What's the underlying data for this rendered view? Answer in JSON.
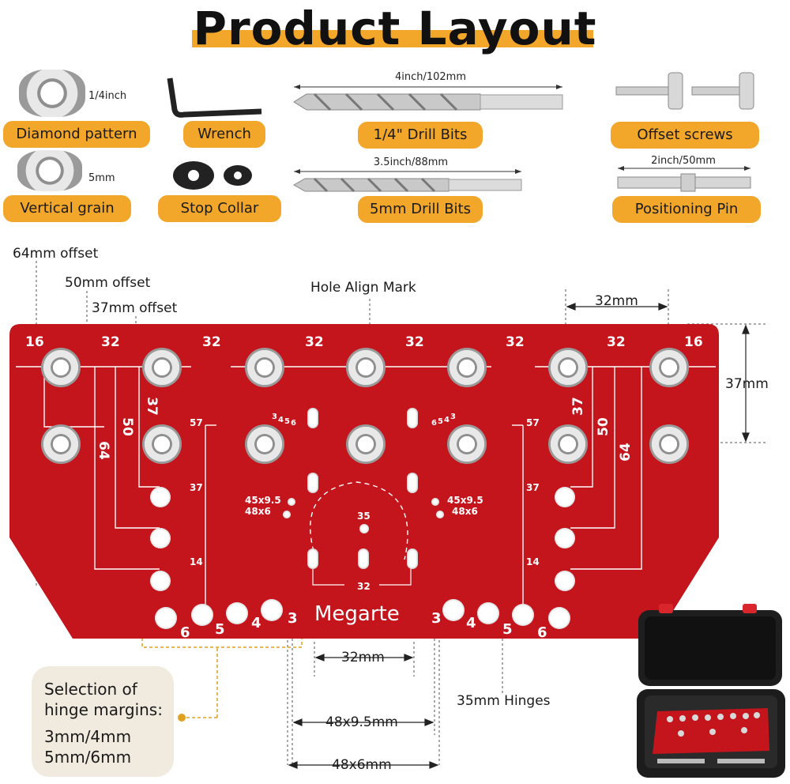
{
  "title": "Product Layout",
  "parts": {
    "diamond_size": "1/4inch",
    "diamond_label": "Diamond pattern",
    "vertical_size": "5mm",
    "vertical_label": "Vertical grain",
    "wrench_label": "Wrench",
    "collar_label": "Stop Collar",
    "drill14_dim": "4inch/102mm",
    "drill14_label": "1/4\" Drill Bits",
    "drill5_dim": "3.5inch/88mm",
    "drill5_label": "5mm Drill Bits",
    "offset_label": "Offset screws",
    "pin_dim": "2inch/50mm",
    "pin_label": "Positioning Pin"
  },
  "annotations": {
    "offset64": "64mm offset",
    "offset50": "50mm offset",
    "offset37": "37mm offset",
    "hole_align": "Hole Align Mark",
    "spacing32": "32mm",
    "height37": "37mm",
    "dim32": "32mm",
    "hinges35": "35mm Hinges",
    "dim48x95": "48x9.5mm",
    "dim48x6": "48x6mm"
  },
  "plate": {
    "brand": "Megarte",
    "top_numbers": [
      "16",
      "32",
      "32",
      "32",
      "32",
      "32",
      "32",
      "16"
    ],
    "left_offsets": [
      "37",
      "50",
      "64"
    ],
    "right_offsets": [
      "37",
      "50",
      "64"
    ],
    "scale_left": [
      "57",
      "37",
      "14"
    ],
    "scale_right": [
      "57",
      "37",
      "14"
    ],
    "hinge_left": [
      "6",
      "5",
      "4",
      "3"
    ],
    "hinge_right": [
      "3",
      "4",
      "5",
      "6"
    ],
    "slot_marks": [
      "3",
      "4",
      "5",
      "6"
    ],
    "center_top": "35",
    "center_bottom": "32",
    "size_a": "45x9.5",
    "size_b": "48x6"
  },
  "note": {
    "line1": "Selection of",
    "line2": "hinge margins:",
    "line3": "3mm/4mm",
    "line4": "5mm/6mm"
  },
  "colors": {
    "accent": "#f2a62a",
    "plate": "#c4141c",
    "note_bg": "#f1eadf"
  }
}
